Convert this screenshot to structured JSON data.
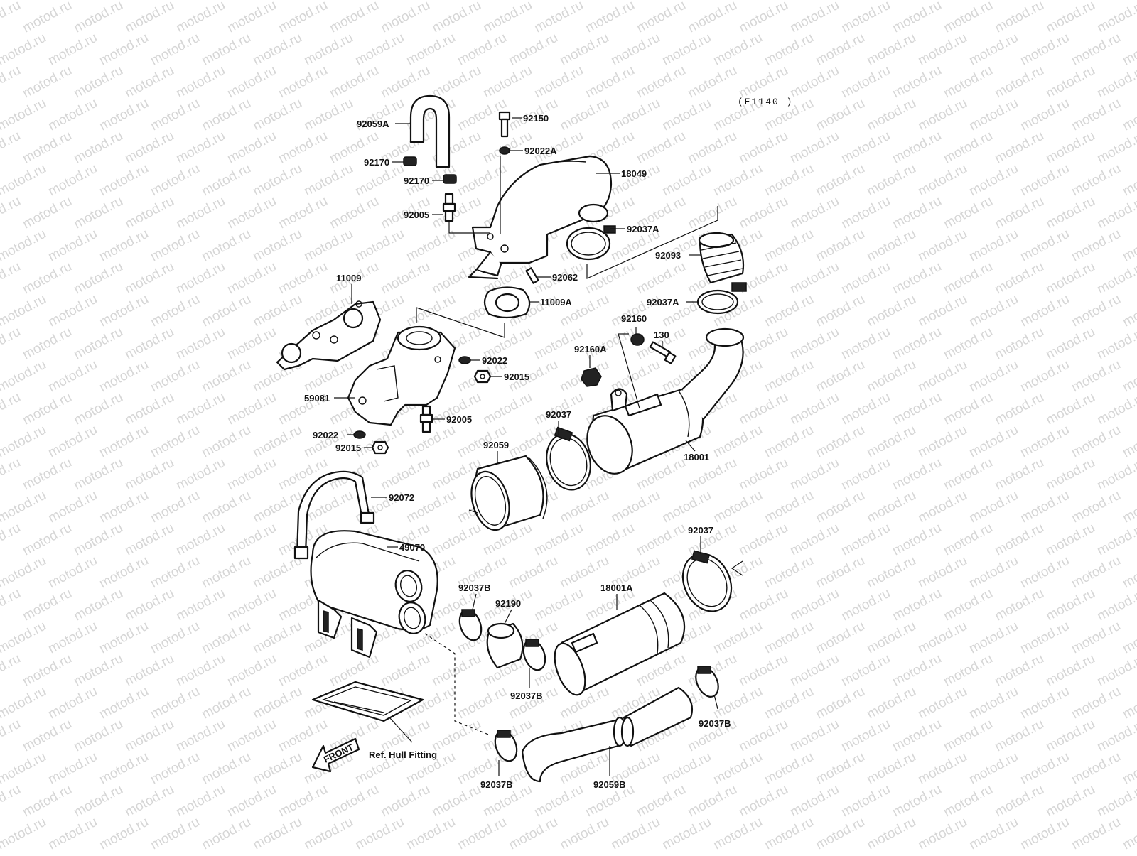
{
  "diagram": {
    "code": "(E1140 )",
    "watermark": "motod.ru",
    "front_label": "FRONT",
    "ref_note": "Ref. Hull Fitting",
    "labels": [
      "92059A",
      "92150",
      "92022A",
      "18049",
      "92170",
      "92170",
      "92005",
      "92037A",
      "92093",
      "92062",
      "11009",
      "11009A",
      "92037A",
      "92160",
      "130",
      "92160A",
      "92022",
      "92015",
      "59081",
      "92005",
      "92037",
      "92022",
      "92015",
      "92059",
      "18001",
      "92072",
      "49070",
      "92037",
      "92037B",
      "92190",
      "18001A",
      "92037B",
      "92037B",
      "92037B",
      "92059B"
    ]
  }
}
